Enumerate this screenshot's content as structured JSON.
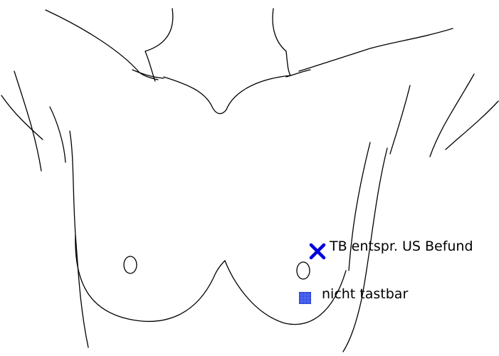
{
  "diagram": {
    "type": "breast-exam-body-chart",
    "line_color": "#000000",
    "background": "#ffffff"
  },
  "legend": [
    {
      "symbol": "x-icon",
      "color": "#0000dd",
      "label": "TB entspr. US Befund"
    },
    {
      "symbol": "grid-square-icon",
      "color": "#3b55e8",
      "label": "nicht tastbar"
    }
  ]
}
